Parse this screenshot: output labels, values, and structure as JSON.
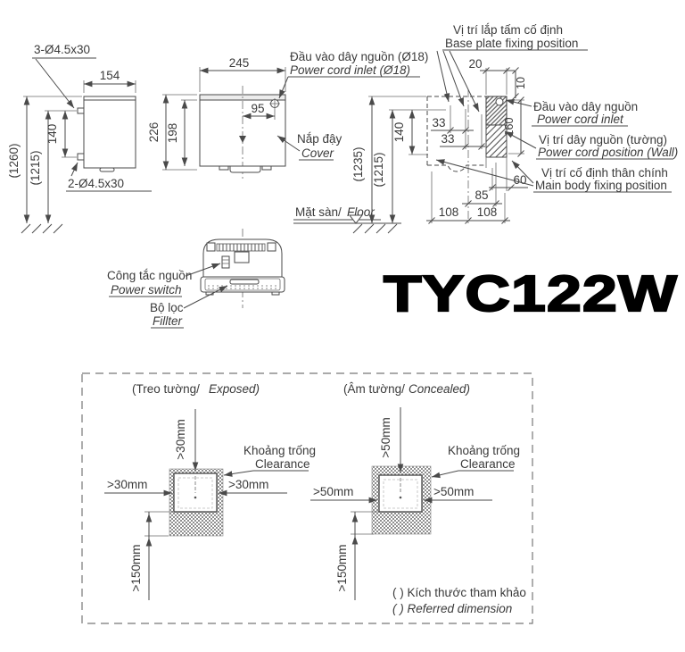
{
  "side": {
    "bolt_top": "3-Ø4.5x30",
    "bolt_bottom": "2-Ø4.5x30",
    "width": "154",
    "height_total": "(1260)",
    "height_install": "(1215)",
    "bolt_spacing": "140"
  },
  "front": {
    "width": "245",
    "height": "226",
    "cover_height": "198",
    "inlet_offset": "95",
    "inlet_vi": "Đầu vào dây nguồn (Ø18)",
    "inlet_en": "Power cord inlet (Ø18)",
    "cover_vi": "Nắp đậy",
    "cover_en": "Cover",
    "floor_vi": "Mặt sàn/",
    "floor_en": "Floor"
  },
  "wall": {
    "plate_vi": "Vị trí lắp tấm cố định",
    "plate_en": "Base plate fixing position",
    "d20": "20",
    "d10": "10",
    "d33a": "33",
    "d33b": "33",
    "d140": "140",
    "d160": "160",
    "d60": "60",
    "d85": "85",
    "d108l": "108",
    "d108r": "108",
    "h1235": "(1235)",
    "h1215": "(1215)",
    "inlet_vi": "Đầu vào dây nguồn",
    "inlet_en": "Power cord inlet",
    "cord_vi": "Vị trí dây nguồn (tường)",
    "cord_en": "Power cord position (Wall)",
    "body_vi": "Vị trí cố định thân chính",
    "body_en": "Main body fixing position"
  },
  "bottom": {
    "switch_vi": "Công tắc nguồn",
    "switch_en": "Power switch",
    "filter_vi": "Bộ lọc",
    "filter_en": "Fillter"
  },
  "model": "TYC122W",
  "clearance": {
    "exposed_vi": "(Treo tường/",
    "exposed_en": "Exposed)",
    "concealed_vi": "(Âm tường/",
    "concealed_en": "Concealed)",
    "label_vi": "Khoảng trống",
    "label_en": "Clearance",
    "exposed_top": ">30mm",
    "exposed_left": ">30mm",
    "exposed_right": ">30mm",
    "exposed_bottom": ">150mm",
    "concealed_top": ">50mm",
    "concealed_left": ">50mm",
    "concealed_right": ">50mm",
    "concealed_bottom": ">150mm",
    "note_vi": "( ) Kích thước tham khảo",
    "note_en": "( ) Referred dimension"
  },
  "colors": {
    "line": "#4a4a4a",
    "text": "#3a3a3a",
    "model_text": "#000000"
  }
}
